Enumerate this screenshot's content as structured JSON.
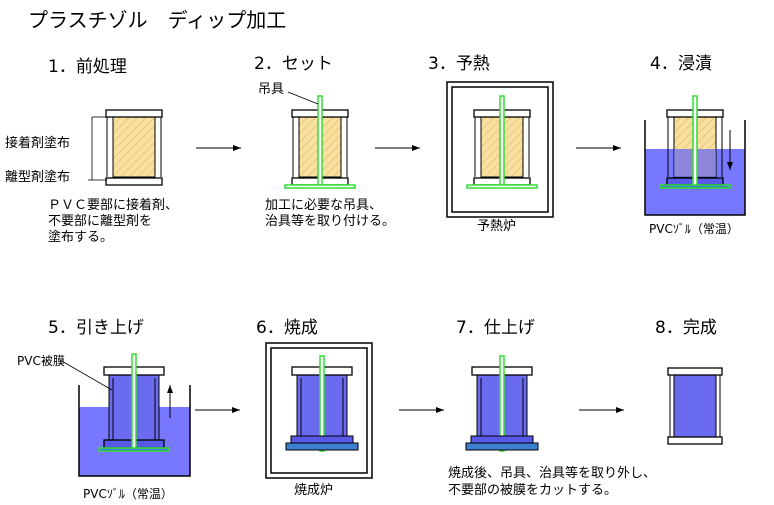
{
  "title": "プラスチゾル　ディップ加工",
  "steps": [
    {
      "label": "1．前処理"
    },
    {
      "label": "2．セット"
    },
    {
      "label": "3．予熱"
    },
    {
      "label": "4．浸漬"
    },
    {
      "label": "5．引き上げ"
    },
    {
      "label": "6．焼成"
    },
    {
      "label": "7．仕上げ"
    },
    {
      "label": "8．完成"
    }
  ],
  "annotations": {
    "adhesive": "接着剤塗布",
    "release": "離型剤塗布",
    "step1_note": [
      "ＰＶＣ要部に接着剤、",
      "不要部に離型剤を",
      "塗布する。"
    ],
    "hanger": "吊具",
    "step2_note": [
      "加工に必要な吊具、",
      "治具等を取り付ける。"
    ],
    "preheat_oven": "予熱炉",
    "sol_room_temp": "PVCｿﾞﾙ（常温）",
    "pvc_film": "PVC被膜",
    "sintering_oven": "焼成炉",
    "step7_note": [
      "焼成後、吊具、治具等を取り外し、",
      "不要部の被膜をカットする。"
    ]
  },
  "colors": {
    "part_fill": "#f7e0a0",
    "coated": "#6b6bf0",
    "sol": "#7777ff",
    "hanger": "#33dd33",
    "jig_blue": "#3d7fd0"
  }
}
